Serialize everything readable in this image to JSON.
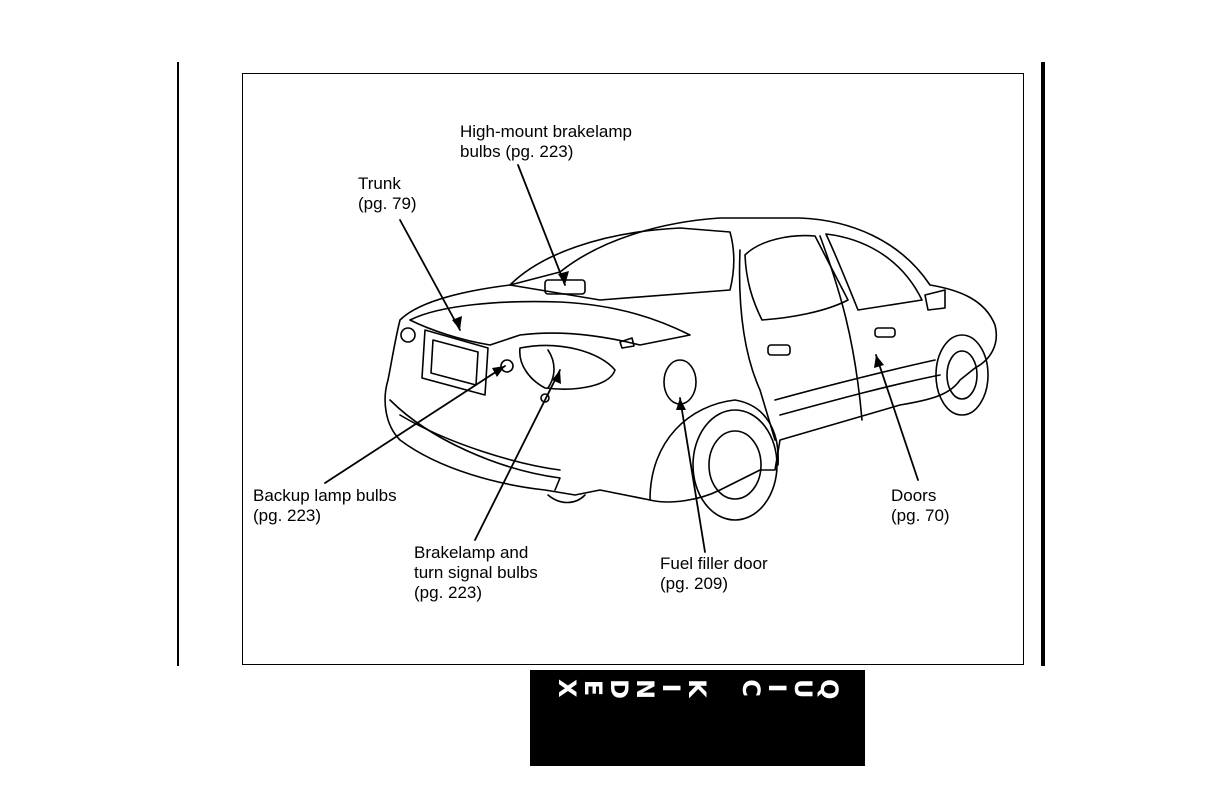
{
  "labels": {
    "high_mount": "High-mount brakelamp\nbulbs (pg. 223)",
    "trunk": "Trunk\n(pg. 79)",
    "backup": "Backup lamp bulbs\n(pg. 223)",
    "brakelamp": "Brakelamp and\nturn signal bulbs\n(pg. 223)",
    "fuel": "Fuel filler door\n(pg. 209)",
    "doors": "Doors\n(pg. 70)"
  },
  "tab": {
    "letters": [
      "Q",
      "U",
      "I",
      "C",
      "K",
      "I",
      "N",
      "D",
      "E",
      "X"
    ]
  }
}
